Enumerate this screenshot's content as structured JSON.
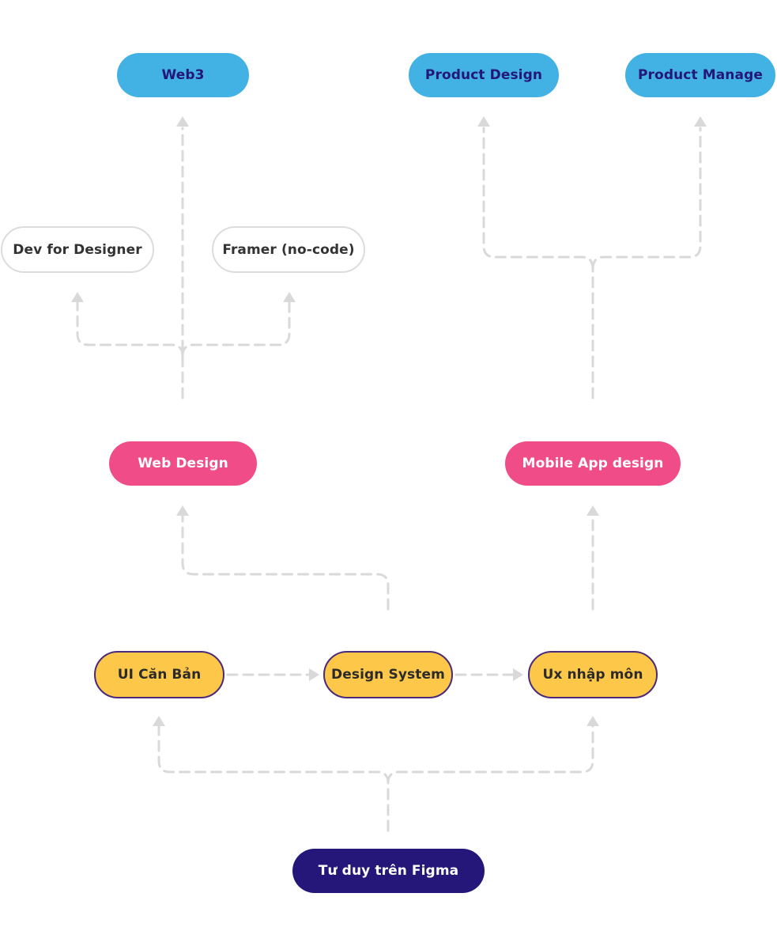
{
  "nodes": {
    "web3": "Web3",
    "product_design": "Product Design",
    "product_manage": "Product Manage",
    "dev_for_designer": "Dev for Designer",
    "framer": "Framer (no-code)",
    "web_design": "Web Design",
    "mobile_app_design": "Mobile App design",
    "ui_can_ban": "UI Căn Bản",
    "design_system": "Design System",
    "ux_nhap_mon": "Ux nhập môn",
    "tu_duy_figma": "Tư duy trên Figma"
  },
  "colors": {
    "blue_fill": "#42b1e3",
    "blue_text": "#241779",
    "pink_fill": "#f04c88",
    "yellow_fill": "#fdc749",
    "yellow_border": "#4a2a7a",
    "navy_fill": "#241779",
    "outline_border": "#dcdcdc",
    "connector": "#d9d9d9"
  }
}
